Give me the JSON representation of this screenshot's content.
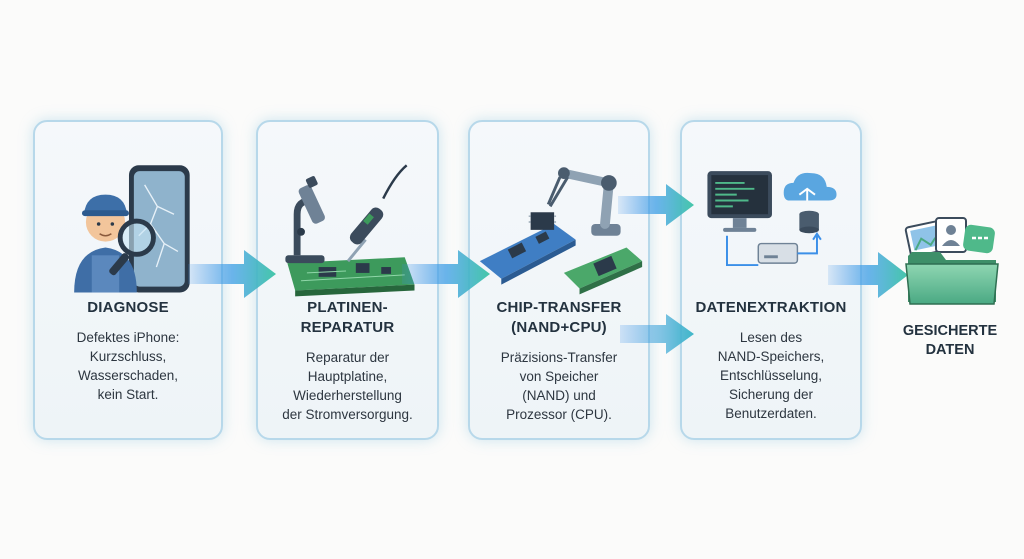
{
  "steps": [
    {
      "title_lines": [
        "DIAGNOSE"
      ],
      "desc_lines": [
        "Defektes iPhone:",
        "Kurzschluss,",
        "Wasserschaden,",
        "kein Start."
      ],
      "icon": "technician-magnifier-cracked-phone-icon"
    },
    {
      "title_lines": [
        "PLATINEN-",
        "REPARATUR"
      ],
      "desc_lines": [
        "Reparatur der",
        "Hauptplatine,",
        "Wiederherstellung",
        "der Stromversorgung."
      ],
      "icon": "microscope-soldering-iron-board-icon"
    },
    {
      "title_lines": [
        "CHIP-TRANSFER",
        "(NAND+CPU)"
      ],
      "desc_lines": [
        "Präzisions-Transfer",
        "von Speicher",
        "(NAND) und",
        "Prozessor (CPU)."
      ],
      "icon": "robot-arm-chip-transfer-icon"
    },
    {
      "title_lines": [
        "DATENEXTRAKTION"
      ],
      "desc_lines": [
        "Lesen des",
        "NAND-Speichers,",
        "Entschlüsselung,",
        "Sicherung der",
        "Benutzerdaten."
      ],
      "icon": "computer-cloud-database-icon"
    }
  ],
  "final": {
    "label_lines": [
      "GESICHERTE",
      "DATEN"
    ],
    "icon": "folder-photos-messages-icon"
  },
  "colors": {
    "card_border": "#b7d8ea",
    "arrow_start": "#3b8fe8",
    "arrow_end": "#43c9a3",
    "text": "#23323f"
  }
}
